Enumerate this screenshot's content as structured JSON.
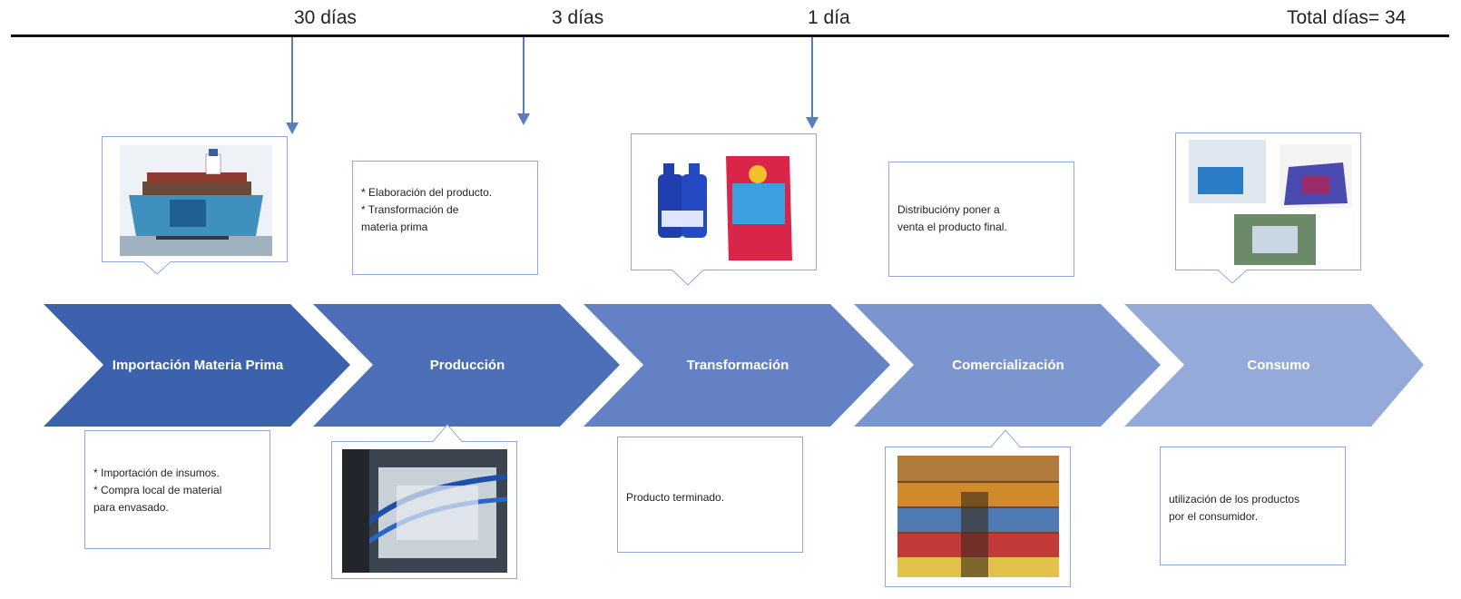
{
  "timeline": {
    "labels": [
      "30 días",
      "3 días",
      "1 día"
    ],
    "total": "Total días= 34"
  },
  "stages": [
    {
      "label": "Importación Materia Prima",
      "color": "#3d62ad"
    },
    {
      "label": "Producción",
      "color": "#4d6fb8"
    },
    {
      "label": "Transformación",
      "color": "#6381c4"
    },
    {
      "label": "Comercialización",
      "color": "#7b95cf"
    },
    {
      "label": "Consumo",
      "color": "#96aad9"
    }
  ],
  "top_callouts": {
    "produccion": "* Elaboración del producto.\n* Transformación de\nmateria prima",
    "comercializacion": "Distribucióny poner a\nventa el producto final."
  },
  "bottom_callouts": {
    "importacion": "* Importación de insumos.\n* Compra local de material\npara envasado.",
    "transformacion": "Producto terminado.",
    "consumo": "utilización de los productos\npor el consumidor."
  },
  "images": {
    "ship": "cargo-ship-image",
    "products": "detergent-bottles-image",
    "consumption": "laundry-photos-image",
    "factory": "factory-machinery-image",
    "store": "grocery-store-image"
  },
  "colors": {
    "timeline_arrow": "#5b7cc0",
    "callout_border": "#8fa8d8"
  }
}
